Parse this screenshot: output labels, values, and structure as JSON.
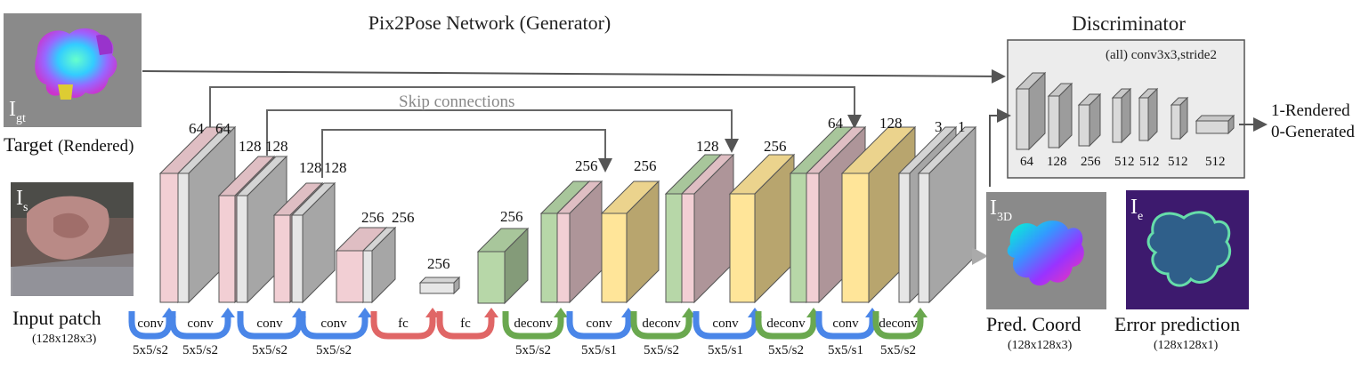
{
  "title": "Pix2Pose Network (Generator)",
  "discriminator": {
    "title": "Discriminator",
    "note": "(all) conv3x3,stride2",
    "channels": [
      "64",
      "128",
      "256",
      "512",
      "512",
      "512",
      "512"
    ],
    "output_line1": "1-Rendered",
    "output_line2": "0-Generated"
  },
  "skip_label": "Skip connections",
  "target": {
    "label": "Target",
    "sub": "(Rendered)",
    "symbol": "I",
    "subscript": "gt"
  },
  "input": {
    "label": "Input patch",
    "size": "(128x128x3)",
    "symbol": "I",
    "subscript": "s"
  },
  "pred": {
    "label": "Pred. Coord",
    "size": "(128x128x3)",
    "symbol": "I",
    "subscript": "3D"
  },
  "error": {
    "label": "Error prediction",
    "size": "(128x128x1)",
    "symbol": "I",
    "subscript": "e"
  },
  "channel_labels": [
    "64",
    "64",
    "128",
    "128",
    "128",
    "128",
    "256",
    "256",
    "256",
    "256",
    "256",
    "256",
    "128",
    "256",
    "64",
    "128",
    "3",
    "1"
  ],
  "operations": [
    {
      "name": "conv",
      "param": "5x5/s2",
      "color": "#4a86e8"
    },
    {
      "name": "conv",
      "param": "5x5/s2",
      "color": "#4a86e8"
    },
    {
      "name": "conv",
      "param": "5x5/s2",
      "color": "#4a86e8"
    },
    {
      "name": "conv",
      "param": "5x5/s2",
      "color": "#4a86e8"
    },
    {
      "name": "fc",
      "param": "",
      "color": "#e06666"
    },
    {
      "name": "fc",
      "param": "",
      "color": "#e06666"
    },
    {
      "name": "deconv",
      "param": "5x5/s2",
      "color": "#6aa84f"
    },
    {
      "name": "conv",
      "param": "5x5/s1",
      "color": "#4a86e8"
    },
    {
      "name": "deconv",
      "param": "5x5/s2",
      "color": "#6aa84f"
    },
    {
      "name": "conv",
      "param": "5x5/s1",
      "color": "#4a86e8"
    },
    {
      "name": "deconv",
      "param": "5x5/s2",
      "color": "#6aa84f"
    },
    {
      "name": "conv",
      "param": "5x5/s1",
      "color": "#4a86e8"
    },
    {
      "name": "deconv",
      "param": "5x5/s2",
      "color": "#6aa84f"
    }
  ],
  "colors": {
    "pink": "#f2cfd4",
    "green": "#b7d7a8",
    "yellow": "#ffe599",
    "gray": "#e6e6e6",
    "edge": "#666666"
  }
}
